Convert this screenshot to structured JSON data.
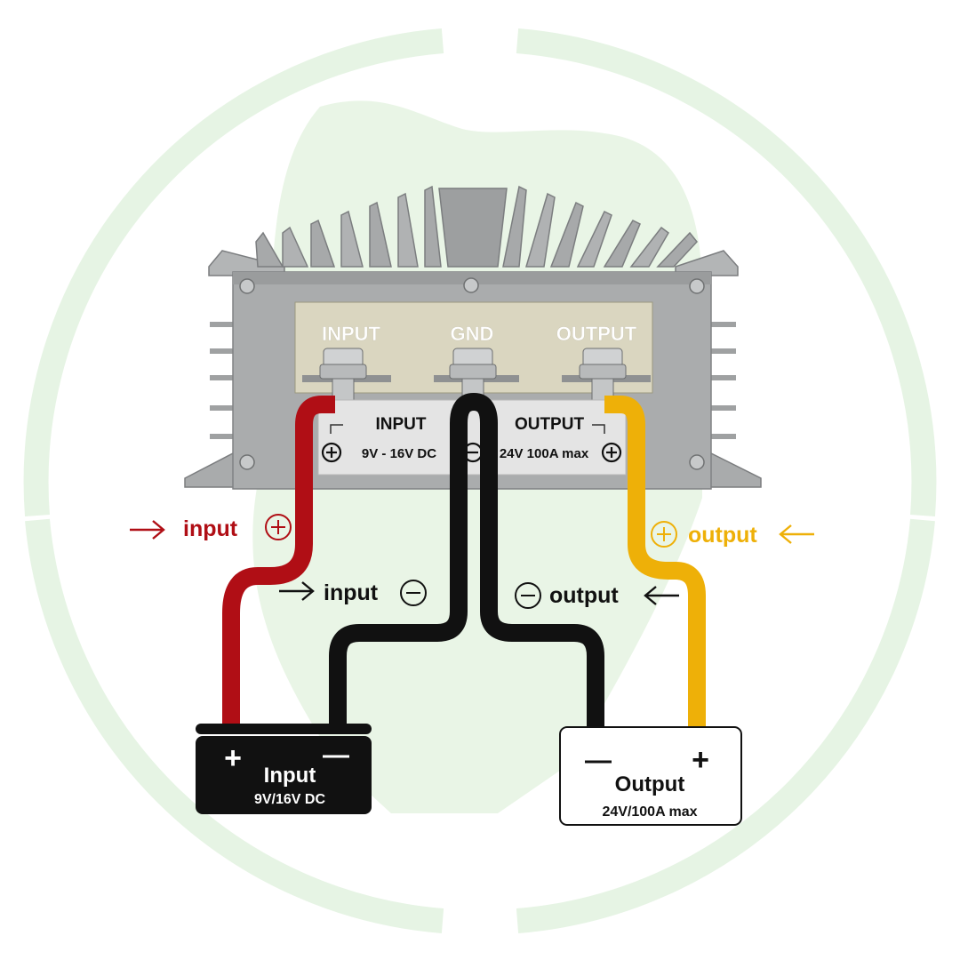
{
  "colors": {
    "input_positive": "#b00e15",
    "ground": "#111111",
    "output_positive": "#eeb008",
    "background_ring": "#e6f4e4",
    "heatsink": "#aaacad",
    "plate": "#dad6c0",
    "sticker": "#e4e4e4"
  },
  "terminals": {
    "input": "INPUT",
    "gnd": "GND",
    "output": "OUTPUT"
  },
  "sticker": {
    "input_title": "INPUT",
    "output_title": "OUTPUT",
    "input_spec": "9V - 16V DC",
    "output_spec": "24V 100A max"
  },
  "callouts": {
    "input_positive": "input",
    "input_negative": "input",
    "output_positive": "output",
    "output_negative": "output"
  },
  "input_battery": {
    "title": "Input",
    "spec": "9V/16V DC",
    "positive_sign": "+",
    "negative_sign": "—"
  },
  "output_load": {
    "title": "Output",
    "spec": "24V/100A max",
    "positive_sign": "+",
    "negative_sign": "—"
  },
  "icons": {
    "plus_circle": "plus-circle-icon",
    "minus_circle": "minus-circle-icon",
    "arrow_right": "arrow-right-icon",
    "arrow_left": "arrow-left-icon"
  }
}
